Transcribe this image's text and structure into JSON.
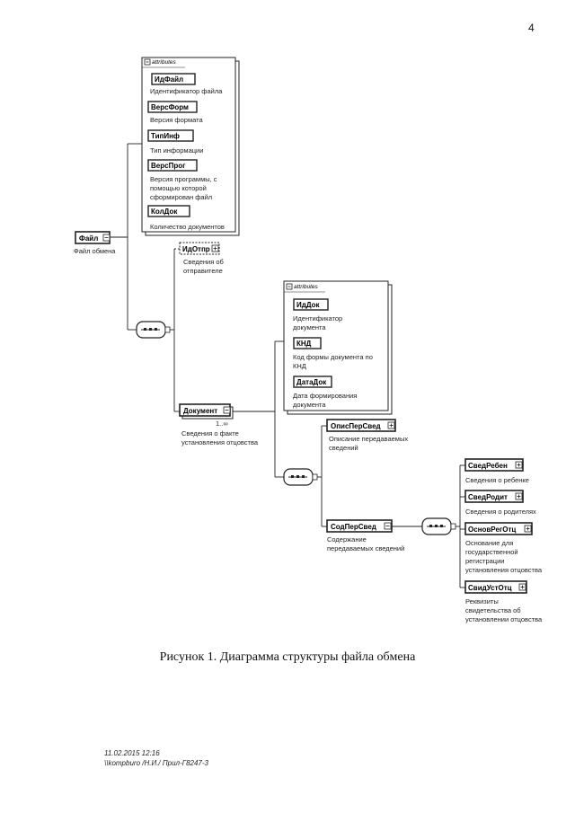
{
  "page_number": "4",
  "caption": "Рисунок 1. Диаграмма структуры файла обмена",
  "footer": {
    "line1": "11.02.2015 12:16",
    "line2": "\\\\kompburo /Н.И./ Прил-Г8247-3"
  },
  "attributes_label": "attributes",
  "root": {
    "name": "Файл",
    "desc": [
      "Файл обмена"
    ],
    "attributes": [
      {
        "name": "ИдФайл",
        "desc": [
          "Идентификатор файла"
        ]
      },
      {
        "name": "ВерсФорм",
        "desc": [
          "Версия формата"
        ]
      },
      {
        "name": "ТипИнф",
        "desc": [
          "Тип информации"
        ]
      },
      {
        "name": "ВерсПрог",
        "desc": [
          "Версия программы, с",
          "помощью которой",
          "сформирован файл"
        ]
      },
      {
        "name": "КолДок",
        "desc": [
          "Количество документов"
        ]
      }
    ]
  },
  "sender": {
    "name": "ИдОтпр",
    "desc": [
      "Сведения об",
      "отправителе"
    ]
  },
  "document": {
    "name": "Документ",
    "cardinality": "1..∞",
    "desc": [
      "Сведения о факте",
      "установления отцовства"
    ],
    "attributes": [
      {
        "name": "ИдДок",
        "desc": [
          "Идентификатор",
          "документа"
        ]
      },
      {
        "name": "КНД",
        "desc": [
          "Код формы документа по",
          "КНД"
        ]
      },
      {
        "name": "ДатаДок",
        "desc": [
          "Дата формирования",
          "документа"
        ]
      }
    ]
  },
  "opis": {
    "name": "ОписПерСвед",
    "desc": [
      "Описание передаваемых",
      "сведений"
    ]
  },
  "sod": {
    "name": "СодПерСвед",
    "desc": [
      "Содержание",
      "передаваемых сведений"
    ]
  },
  "children": [
    {
      "name": "СведРебен",
      "desc": [
        "Сведения о ребенке"
      ]
    },
    {
      "name": "СведРодит",
      "desc": [
        "Сведения о родителях"
      ]
    },
    {
      "name": "ОсновРегОтц",
      "desc": [
        "Основание для",
        "государственной",
        "регистрации",
        "установления отцовства"
      ]
    },
    {
      "name": "СвидУстОтц",
      "desc": [
        "Реквизиты",
        "свидетельства об",
        "установлении отцовства"
      ]
    }
  ]
}
